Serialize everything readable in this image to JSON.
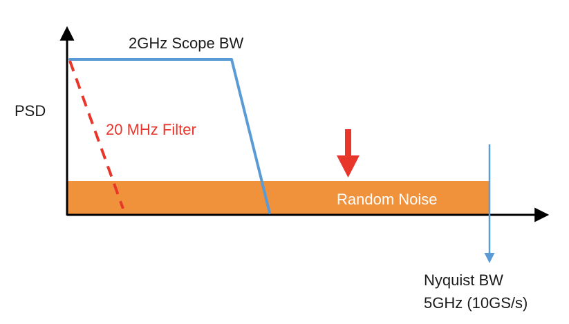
{
  "labels": {
    "y_axis": "PSD",
    "scope_bw": "2GHz Scope BW",
    "filter": "20 MHz Filter",
    "noise": "Random Noise",
    "nyquist_line1": "Nyquist BW",
    "nyquist_line2": "5GHz (10GS/s)"
  },
  "colors": {
    "axis": "#000000",
    "scope_curve": "#5B9BD5",
    "filter_curve": "#E8362B",
    "noise_band": "#F0913C",
    "noise_text": "#FFFFFF",
    "nyquist_line": "#5B9BD5",
    "arrow": "#E8362B",
    "text": "#1A1A1A"
  }
}
